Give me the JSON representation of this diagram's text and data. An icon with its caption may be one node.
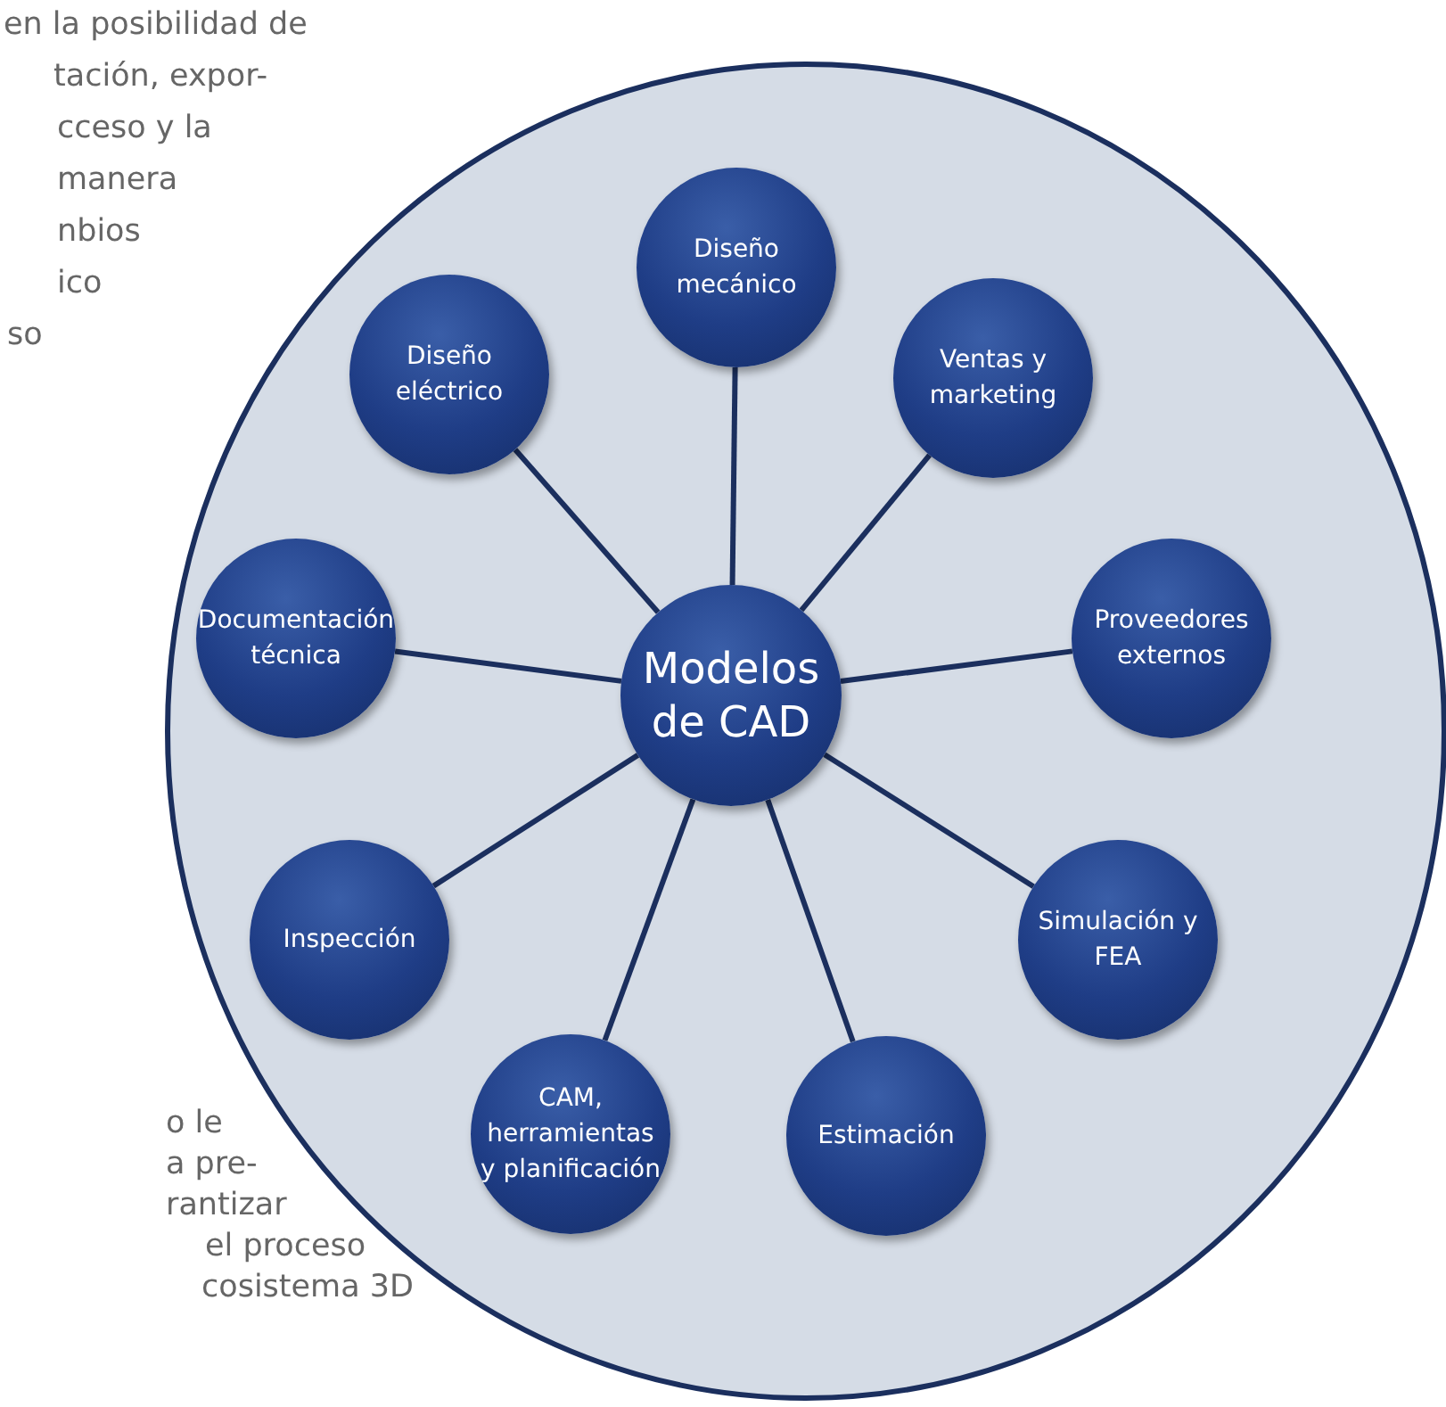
{
  "diagram": {
    "nodes": [
      {
        "text": [
          "Modelos de CAD"
        ]
      },
      {
        "text": [
          "Diseño mecánico"
        ]
      },
      {
        "text": [
          "Ventas y marketing"
        ]
      },
      {
        "text": [
          "Proveedores externos"
        ]
      },
      {
        "text": [
          "Simulación y FEA"
        ]
      },
      {
        "text": [
          "Estimación"
        ]
      },
      {
        "text": [
          "CAM, herramientas y planificación"
        ]
      },
      {
        "text": [
          "Inspección"
        ]
      },
      {
        "text": [
          "Documentación técnica"
        ]
      },
      {
        "text": [
          "Diseño eléctrico"
        ]
      }
    ],
    "edges": [
      {
        "from": 0,
        "to": 1,
        "arrow": "none"
      },
      {
        "from": 0,
        "to": 2,
        "arrow": "none"
      },
      {
        "from": 0,
        "to": 3,
        "arrow": "none"
      },
      {
        "from": 0,
        "to": 4,
        "arrow": "none"
      },
      {
        "from": 0,
        "to": 5,
        "arrow": "none"
      },
      {
        "from": 0,
        "to": 6,
        "arrow": "none"
      },
      {
        "from": 0,
        "to": 7,
        "arrow": "none"
      },
      {
        "from": 0,
        "to": 8,
        "arrow": "none"
      },
      {
        "from": 0,
        "to": 9,
        "arrow": "none"
      }
    ],
    "labels": [
      "en la posibilidad de",
      "tación, expor-",
      "cceso y la",
      "manera",
      "nbios",
      "ico",
      "so",
      "o le",
      "a pre-",
      "rantizar",
      "el proceso",
      "cosistema 3D"
    ]
  }
}
